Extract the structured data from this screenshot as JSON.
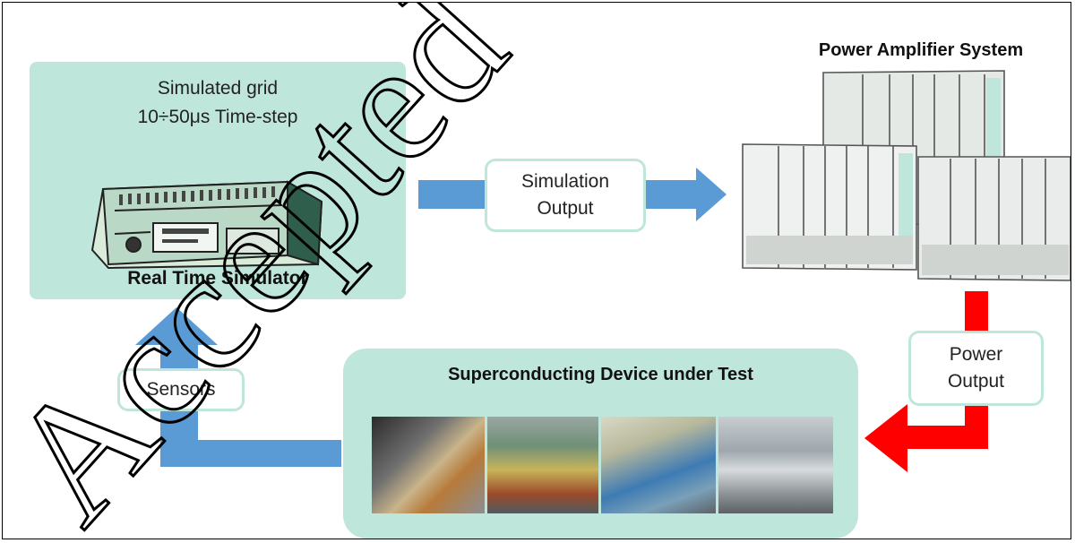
{
  "colors": {
    "panel_fill": "#bfe6da",
    "label_border": "#bfe6da",
    "arrow_blue": "#5b9bd5",
    "arrow_red": "#ff0000",
    "watermark": "#000000"
  },
  "simulator": {
    "title_line1": "Simulated grid",
    "title_line2": "10÷50μs Time-step",
    "label": "Real Time Simulator"
  },
  "simulation_output": {
    "line1": "Simulation",
    "line2": "Output"
  },
  "power_amplifier": {
    "title": "Power Amplifier System"
  },
  "power_output": {
    "line1": "Power",
    "line2": "Output"
  },
  "sensors": {
    "label": "Sensors"
  },
  "device_under_test": {
    "title": "Superconducting Device under Test",
    "photos": [
      "cable-photo",
      "transformer-photo",
      "machine-photo",
      "cryostat-photo"
    ]
  },
  "watermark": {
    "text": "Accepted"
  },
  "icons": [
    "simulator-rack-icon",
    "amplifier-cabinets-icon"
  ]
}
